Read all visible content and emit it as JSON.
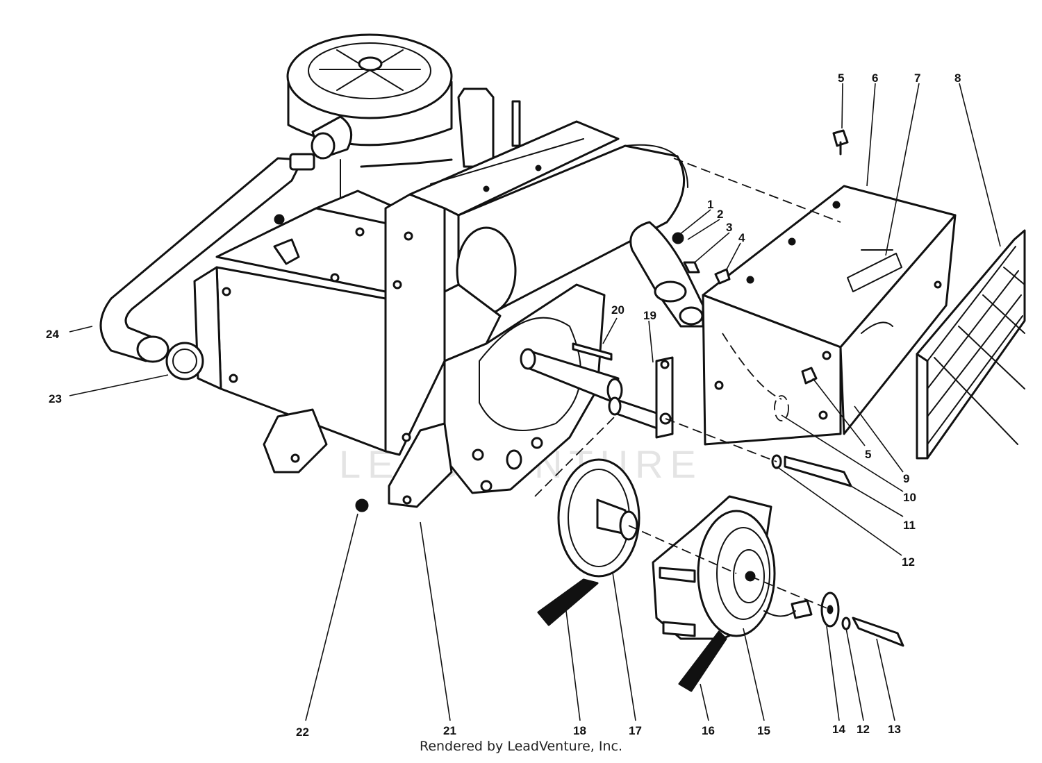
{
  "watermark": "LEADVENTURE",
  "footer": "Rendered by LeadVenture, Inc.",
  "callouts": [
    "1",
    "2",
    "3",
    "4",
    "5",
    "6",
    "7",
    "8",
    "9",
    "10",
    "11",
    "12",
    "13",
    "14",
    "15",
    "16",
    "17",
    "18",
    "19",
    "20",
    "21",
    "22",
    "23",
    "24"
  ],
  "callout_5b": "5",
  "callout_12b": "12"
}
